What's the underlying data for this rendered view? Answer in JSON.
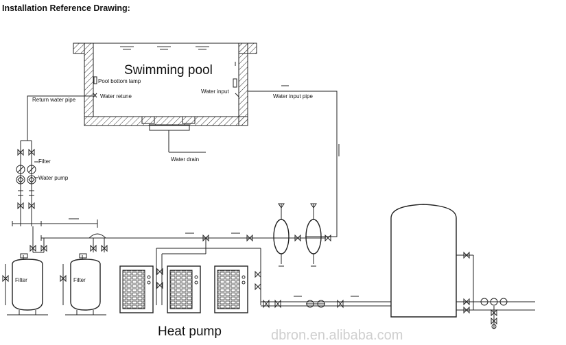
{
  "heading": "Installation Reference Drawing:",
  "pool": {
    "title": "Swimming pool",
    "pool_bottom_lamp": "Pool bottom lamp",
    "water_retune": "Water retune",
    "water_input": "Water input",
    "water_drain": "Water drain"
  },
  "pipes": {
    "return_water_pipe": "Return water pipe",
    "water_input_pipe": "Water input pipe"
  },
  "equipment": {
    "filter_small": "Filter",
    "water_pump": "Water pump",
    "filter_tank_1": "Filter",
    "filter_tank_2": "Filter",
    "heat_pump": "Heat pump"
  },
  "watermark": "dbron.en.alibaba.com"
}
